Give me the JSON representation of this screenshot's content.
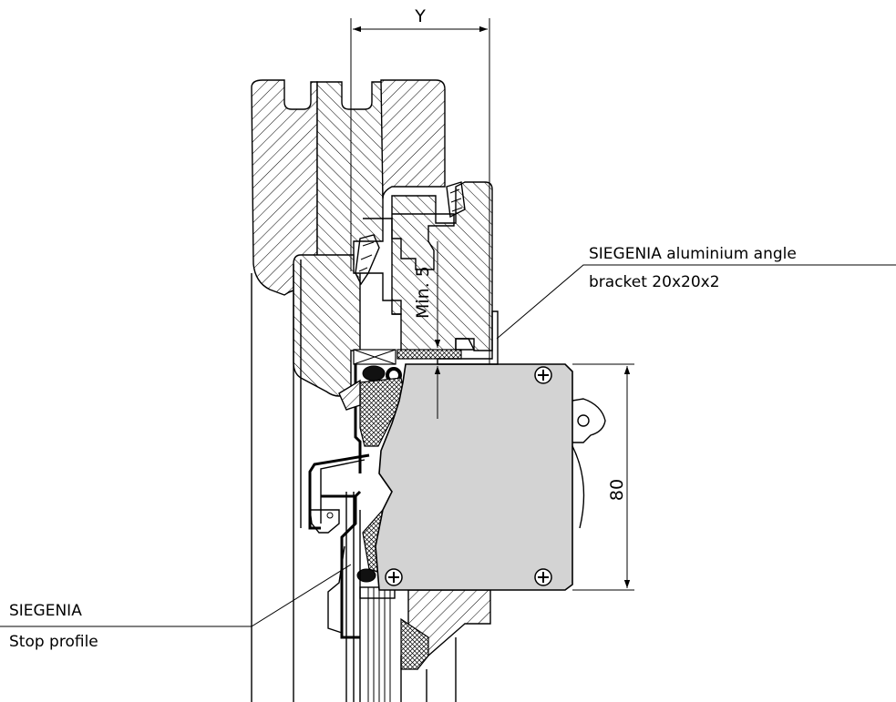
{
  "dimensions": {
    "y_label": "Y",
    "min_label": "Min. 5",
    "height_label": "80"
  },
  "labels": {
    "bracket_line1": "SIEGENIA aluminium angle",
    "bracket_line2": "bracket 20x20x2",
    "stop_line1": "SIEGENIA",
    "stop_line2": "Stop profile"
  },
  "colors": {
    "housing": "#d3d3d3",
    "line": "#000000",
    "background": "#ffffff"
  }
}
